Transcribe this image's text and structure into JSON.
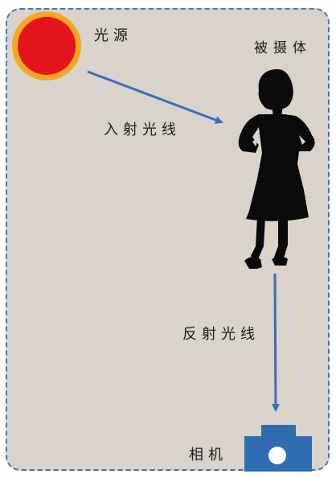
{
  "labels": {
    "light_source": "光源",
    "subject": "被摄体",
    "incident_light": "入射光线",
    "reflected_light": "反射光线",
    "camera": "相机"
  },
  "colors": {
    "panel_background": "#d9d3cb",
    "panel_border": "#3a78c4",
    "sun_core": "#e3141b",
    "sun_ring": "#f5a623",
    "arrow": "#3c6fb6",
    "silhouette": "#0a0a0a",
    "camera_body": "#2f6db0"
  },
  "icons": {
    "light_source": "sun-icon",
    "subject": "person-silhouette-icon",
    "camera": "camera-icon"
  }
}
